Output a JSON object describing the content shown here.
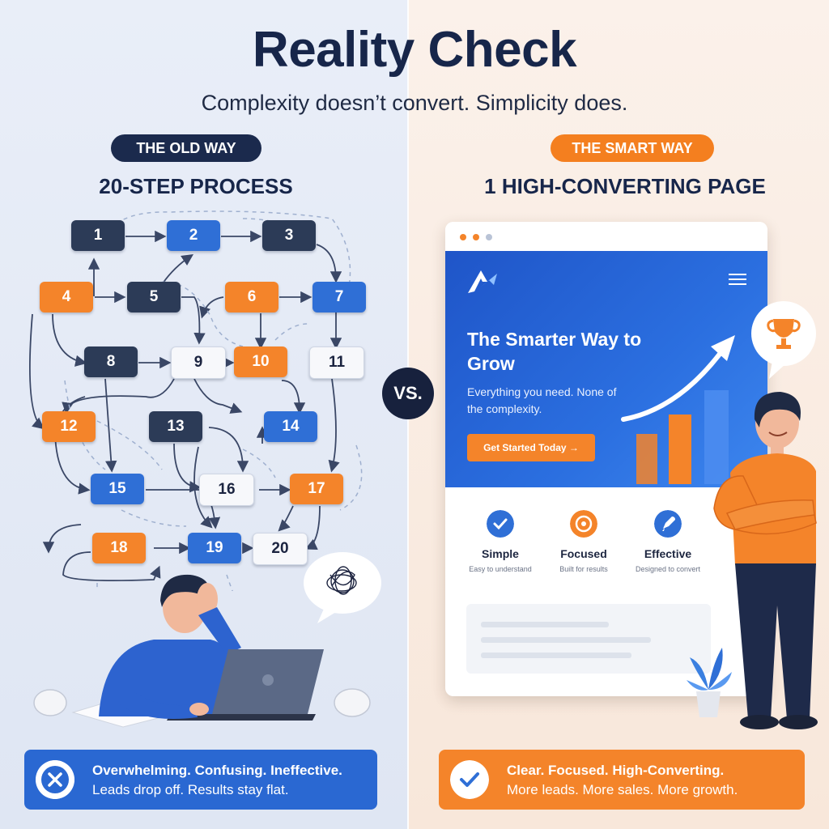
{
  "header": {
    "title": "Reality Check",
    "subtitle": "Complexity doesn’t convert. Simplicity does."
  },
  "old_way": {
    "tag": "THE OLD WAY",
    "heading": "20-STEP PROCESS",
    "steps": [
      "1",
      "2",
      "3",
      "4",
      "5",
      "6",
      "7",
      "8",
      "9",
      "10",
      "11",
      "12",
      "13",
      "14",
      "15",
      "16",
      "17",
      "18",
      "19",
      "20"
    ],
    "banner_line1": "Overwhelming. Confusing. Ineffective.",
    "banner_line2": "Leads drop off. Results stay flat."
  },
  "versus": "VS.",
  "smart_way": {
    "tag": "THE SMART WAY",
    "heading": "1 HIGH-CONVERTING PAGE",
    "hero_title": "The Smarter Way to Grow",
    "hero_subtitle": "Everything you need. None of the complexity.",
    "cta_label": "Get Started Today →",
    "features": [
      {
        "title": "Simple",
        "subtitle": "Easy to understand",
        "icon": "check-icon"
      },
      {
        "title": "Focused",
        "subtitle": "Built for results",
        "icon": "target-icon"
      },
      {
        "title": "Effective",
        "subtitle": "Designed to convert",
        "icon": "rocket-icon"
      }
    ],
    "banner_line1": "Clear. Focused. High-Converting.",
    "banner_line2": "More leads. More sales. More growth."
  },
  "colors": {
    "navy": "#17264a",
    "blue": "#2f6fd6",
    "orange": "#f4842a"
  }
}
